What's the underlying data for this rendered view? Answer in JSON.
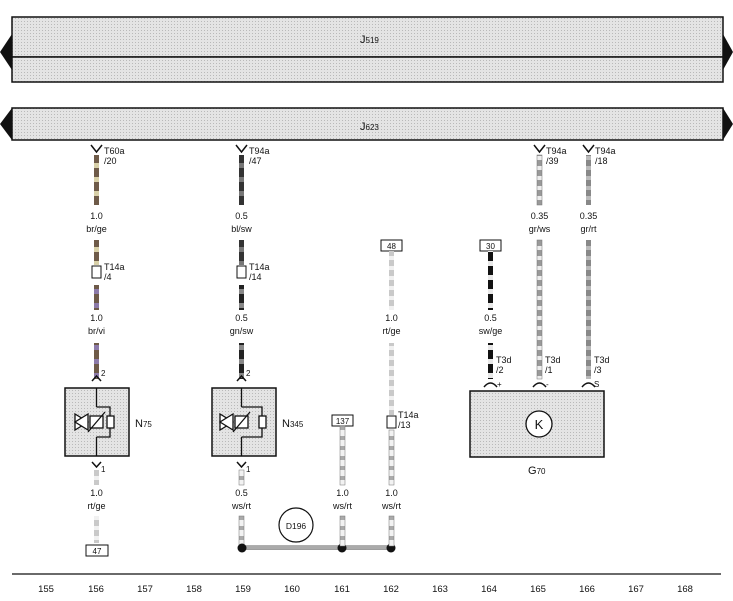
{
  "title": "",
  "units": {
    "J519": {
      "prefix": "J",
      "sub": "519"
    },
    "J623": {
      "prefix": "J",
      "sub": "623"
    }
  },
  "components": {
    "N75": {
      "prefix": "N",
      "sub": "75"
    },
    "N345": {
      "prefix": "N",
      "sub": "345"
    },
    "G70": {
      "prefix": "G",
      "sub": "70"
    }
  },
  "connectors": {
    "T60a_20": {
      "name": "T60a",
      "pin": "/20"
    },
    "T94a_47": {
      "name": "T94a",
      "pin": "/47"
    },
    "T94a_39": {
      "name": "T94a",
      "pin": "/39"
    },
    "T94a_18": {
      "name": "T94a",
      "pin": "/18"
    },
    "T14a_4": {
      "name": "T14a",
      "pin": "/4"
    },
    "T14a_14": {
      "name": "T14a",
      "pin": "/14"
    },
    "T14a_13": {
      "name": "T14a",
      "pin": "/13"
    },
    "T3d_2": {
      "name": "T3d",
      "pin": "/2"
    },
    "T3d_1": {
      "name": "T3d",
      "pin": "/1"
    },
    "T3d_3": {
      "name": "T3d",
      "pin": "/3"
    }
  },
  "wires": {
    "w156a": {
      "size": "1.0",
      "color": "br/ge"
    },
    "w156b": {
      "size": "1.0",
      "color": "br/vi"
    },
    "w156c": {
      "size": "1.0",
      "color": "rt/ge"
    },
    "w159a": {
      "size": "0.5",
      "color": "bl/sw"
    },
    "w159b": {
      "size": "0.5",
      "color": "gn/sw"
    },
    "w159c": {
      "size": "0.5",
      "color": "ws/rt"
    },
    "w161": {
      "size": "1.0",
      "color": "ws/rt"
    },
    "w162a": {
      "size": "1.0",
      "color": "rt/ge"
    },
    "w162b": {
      "size": "1.0",
      "color": "ws/rt"
    },
    "w164": {
      "size": "0.5",
      "color": "sw/ge"
    },
    "w165": {
      "size": "0.35",
      "color": "gr/ws"
    },
    "w166": {
      "size": "0.35",
      "color": "gr/rt"
    }
  },
  "pins": {
    "n75_top": "2",
    "n75_bot": "1",
    "n345_top": "2",
    "n345_bot": "1",
    "g70_left": "+",
    "g70_mid": "-",
    "g70_right": "S"
  },
  "refs": {
    "r47": "47",
    "r48": "48",
    "r30": "30",
    "r137": "137",
    "gnd": "D196"
  },
  "g70_symbol": "K",
  "track_numbers": [
    "155",
    "156",
    "157",
    "158",
    "159",
    "160",
    "161",
    "162",
    "163",
    "164",
    "165",
    "166",
    "167",
    "168"
  ]
}
